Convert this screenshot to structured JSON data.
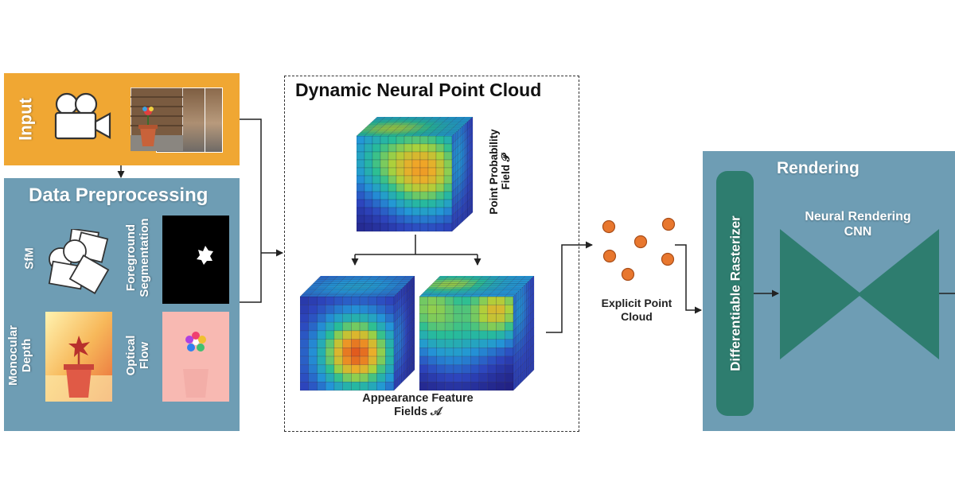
{
  "input": {
    "label": "Input"
  },
  "preprocessing": {
    "title": "Data Preprocessing",
    "sfm_label": "SfM",
    "foreground_label_line1": "Foreground",
    "foreground_label_line2": "Segmentation",
    "depth_label_line1": "Monocular",
    "depth_label_line2": "Depth",
    "flow_label_line1": "Optical",
    "flow_label_line2": "Flow"
  },
  "point_cloud_panel": {
    "title": "Dynamic Neural Point Cloud",
    "probability_label_line1": "Point Probability",
    "probability_label_line2": "Field 𝒫",
    "appearance_label_line1": "Appearance Feature",
    "appearance_label_line2": "Fields 𝒜"
  },
  "explicit_cloud": {
    "label_line1": "Explicit Point",
    "label_line2": "Cloud"
  },
  "rendering": {
    "title": "Rendering",
    "rasterizer_label": "Differentiable Rasterizer",
    "cnn_label_line1": "Neural Rendering",
    "cnn_label_line2": "CNN"
  },
  "colors": {
    "input_panel": "#f0a733",
    "blue_panel": "#6e9db4",
    "teal": "#2e7d6f",
    "point": "#e8772e"
  },
  "icons": [
    "video-camera-icon",
    "sfm-cameras-icon"
  ]
}
